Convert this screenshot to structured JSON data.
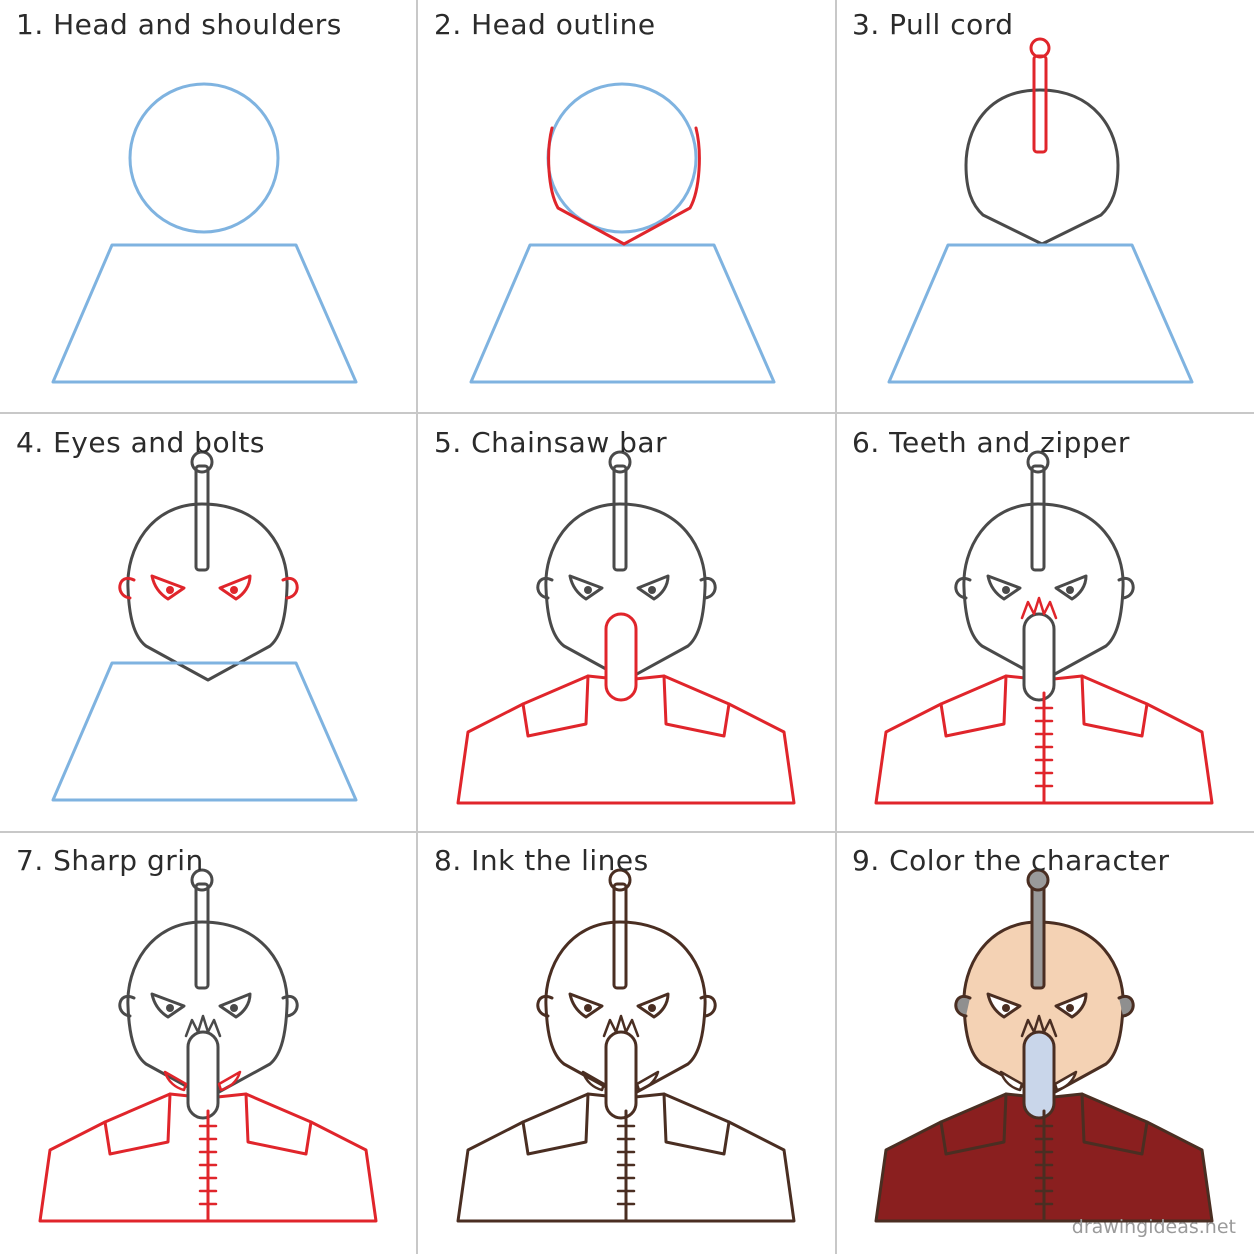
{
  "steps": [
    {
      "title": "1. Head and shoulders"
    },
    {
      "title": "2. Head outline"
    },
    {
      "title": "3. Pull cord"
    },
    {
      "title": "4. Eyes and bolts"
    },
    {
      "title": "5. Chainsaw bar"
    },
    {
      "title": "6. Teeth and zipper"
    },
    {
      "title": "7. Sharp grin"
    },
    {
      "title": "8. Ink the lines"
    },
    {
      "title": "9. Color the character"
    }
  ],
  "footer": {
    "site": "drawingideas.net"
  },
  "colors": {
    "guide_blue": "#7fb3e0",
    "new_red": "#e0252b",
    "pencil_gray": "#4a4a4a",
    "ink_brown": "#4a2e22",
    "skin": "#f4d2b4",
    "shirt": "#8a1f1f",
    "blade": "#c9d6ea"
  }
}
